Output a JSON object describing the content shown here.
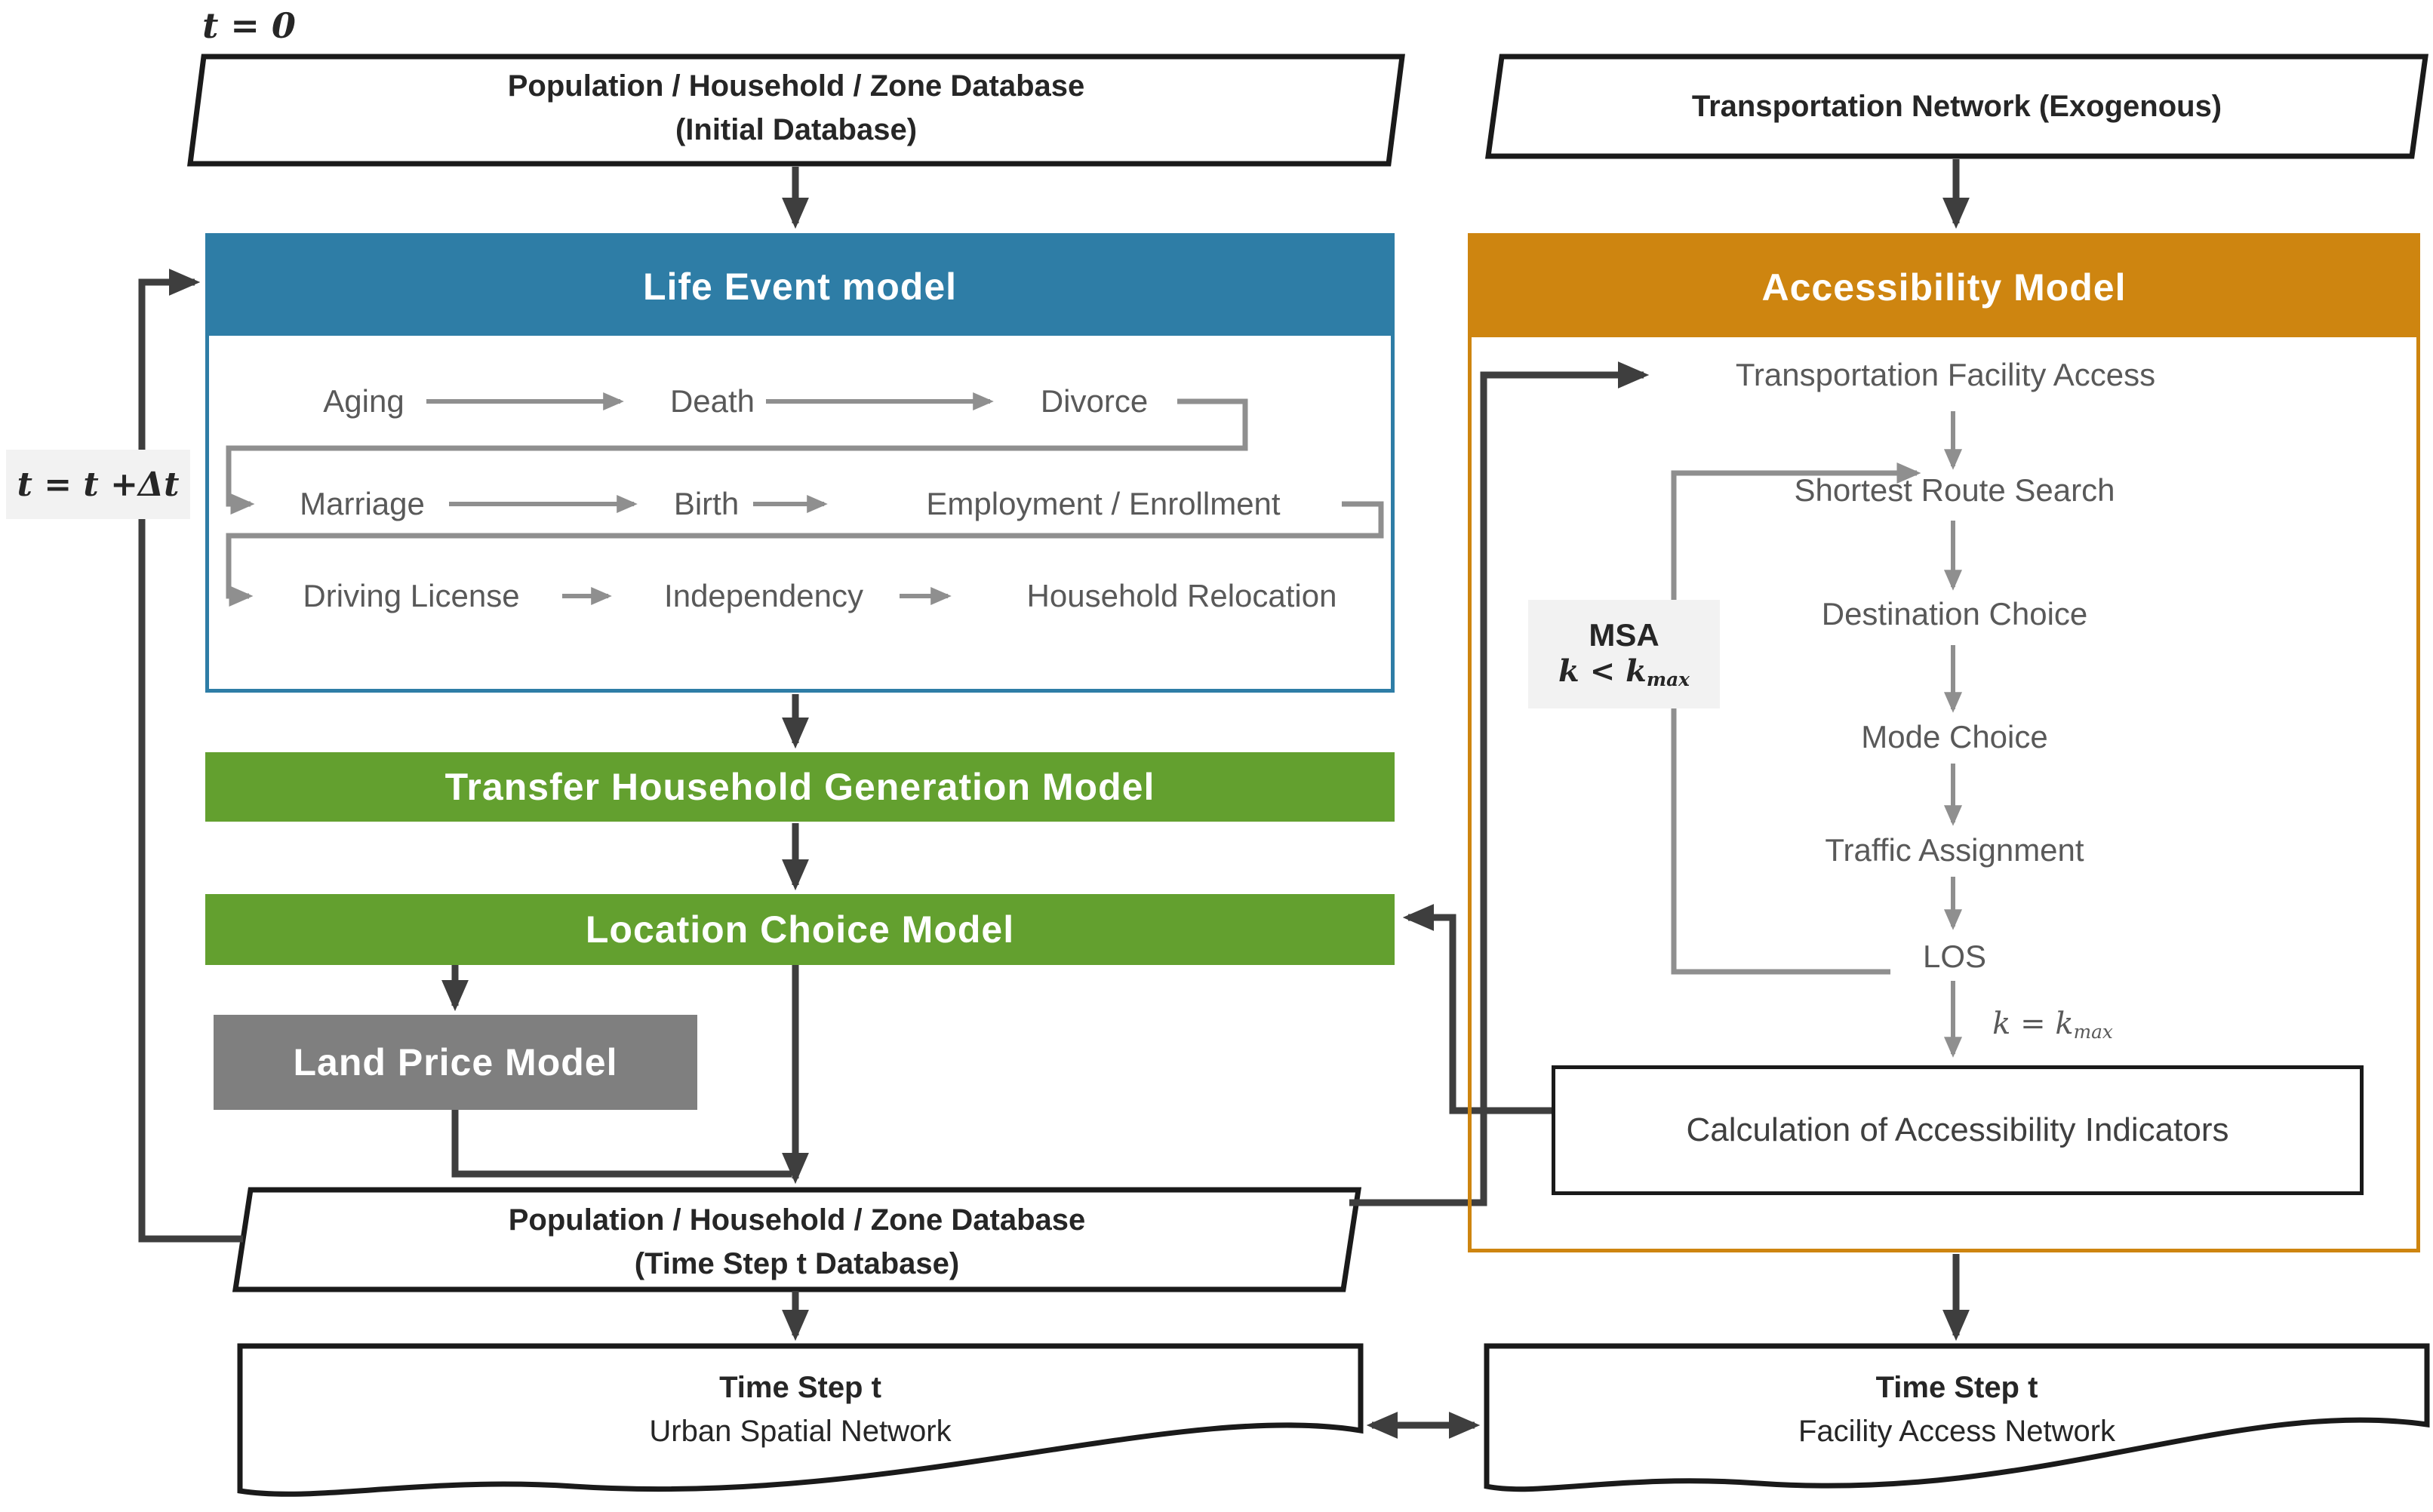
{
  "colors": {
    "blue": "#2E7DA6",
    "green": "#63A02F",
    "orange": "#CE8510",
    "gray_box": "#7F7F7F",
    "light_gray_bg": "#F2F2F2",
    "arrow_dark": "#3E3E3E",
    "arrow_gray": "#8F8F8F",
    "text_dark": "#262626",
    "text_gray": "#595959"
  },
  "t0_label": "t = 0",
  "loop_label": "t = t +Δt",
  "initial_database": {
    "line1": "Population / Household / Zone Database",
    "line2": "(Initial Database)"
  },
  "transportation_network": "Transportation Network (Exogenous)",
  "life_event": {
    "title": "Life Event model",
    "rows": [
      [
        "Aging",
        "Death",
        "Divorce"
      ],
      [
        "Marriage",
        "Birth",
        "Employment / Enrollment"
      ],
      [
        "Driving License",
        "Independency",
        "Household Relocation"
      ]
    ]
  },
  "transfer_household_model": "Transfer Household Generation Model",
  "location_choice_model": "Location Choice Model",
  "land_price_model": "Land Price Model",
  "timestep_database": {
    "line1": "Population / Household / Zone Database",
    "line2": "(Time Step t Database)"
  },
  "urban_doc": {
    "line1": "Time Step t",
    "line2": "Urban Spatial Network"
  },
  "accessibility": {
    "title": "Accessibility Model",
    "steps": [
      "Transportation Facility Access",
      "Shortest Route Search",
      "Destination Choice",
      "Mode Choice",
      "Traffic Assignment",
      "LOS"
    ],
    "msa_title": "MSA",
    "msa_condition_base": "k < k",
    "msa_condition_sub": "max",
    "exit_condition_base": "k = k",
    "exit_condition_sub": "max",
    "calculation": "Calculation of Accessibility Indicators"
  },
  "facility_doc": {
    "line1": "Time Step t",
    "line2": "Facility Access Network"
  }
}
